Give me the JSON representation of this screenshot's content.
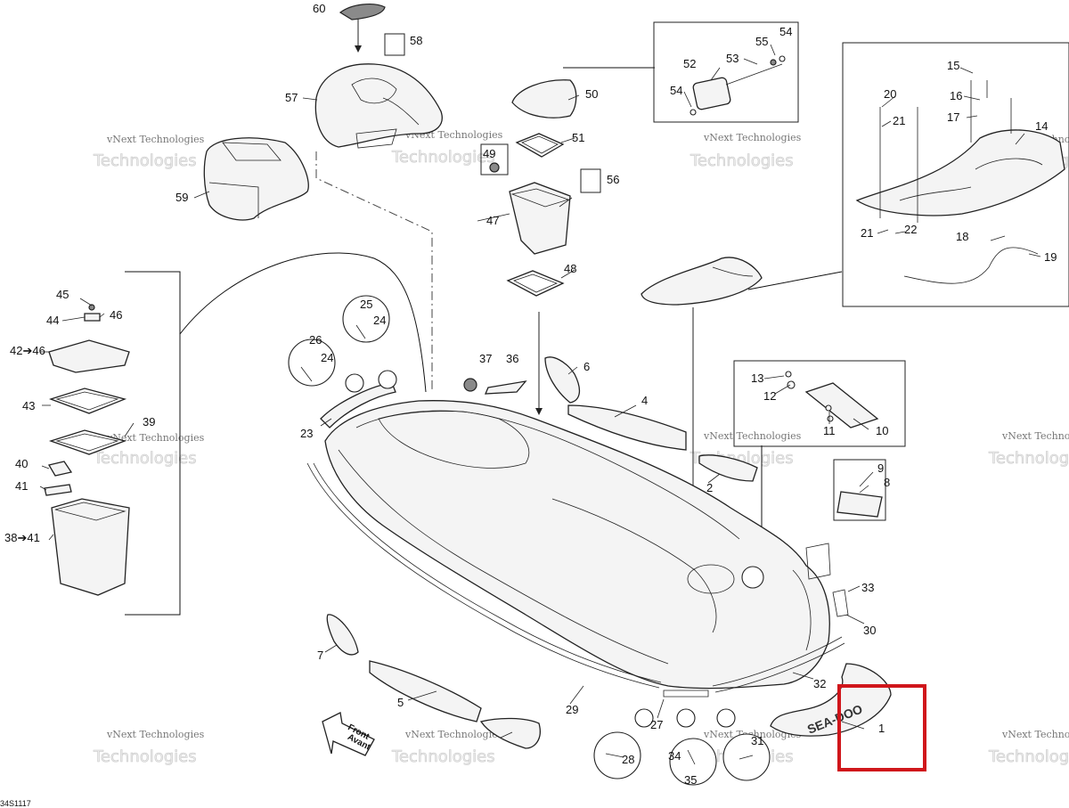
{
  "diagram_code": "34S1117",
  "watermark": {
    "line1": "vNext Technologies",
    "line2": "Technologies"
  },
  "front_marker": {
    "line1": "Front",
    "line2": "Avant"
  },
  "decal_text": "SEA-DOO",
  "callouts": {
    "c1": "1",
    "c2": "2",
    "c4": "4",
    "c5": "5",
    "c6": "6",
    "c7": "7",
    "c8": "8",
    "c9": "9",
    "c10": "10",
    "c11": "11",
    "c12": "12",
    "c13": "13",
    "c14": "14",
    "c15": "15",
    "c16": "16",
    "c17": "17",
    "c18": "18",
    "c19": "19",
    "c20": "20",
    "c21a": "21",
    "c21b": "21",
    "c22": "22",
    "c23": "23",
    "c24a": "24",
    "c24b": "24",
    "c25": "25",
    "c26": "26",
    "c27": "27",
    "c28": "28",
    "c29": "29",
    "c30": "30",
    "c31": "31",
    "c32": "32",
    "c33": "33",
    "c34": "34",
    "c35": "35",
    "c36": "36",
    "c37": "37",
    "c38": "38➔41",
    "c39": "39",
    "c40": "40",
    "c41": "41",
    "c42": "42➔46",
    "c43": "43",
    "c44": "44",
    "c45": "45",
    "c46": "46",
    "c47": "47",
    "c48": "48",
    "c49": "49",
    "c50": "50",
    "c51": "51",
    "c52": "52",
    "c53": "53",
    "c54a": "54",
    "c54b": "54",
    "c55": "55",
    "c56": "56",
    "c57": "57",
    "c58": "58",
    "c59": "59",
    "c60": "60"
  },
  "highlight": {
    "color": "#d0161b",
    "target_part": "1"
  }
}
